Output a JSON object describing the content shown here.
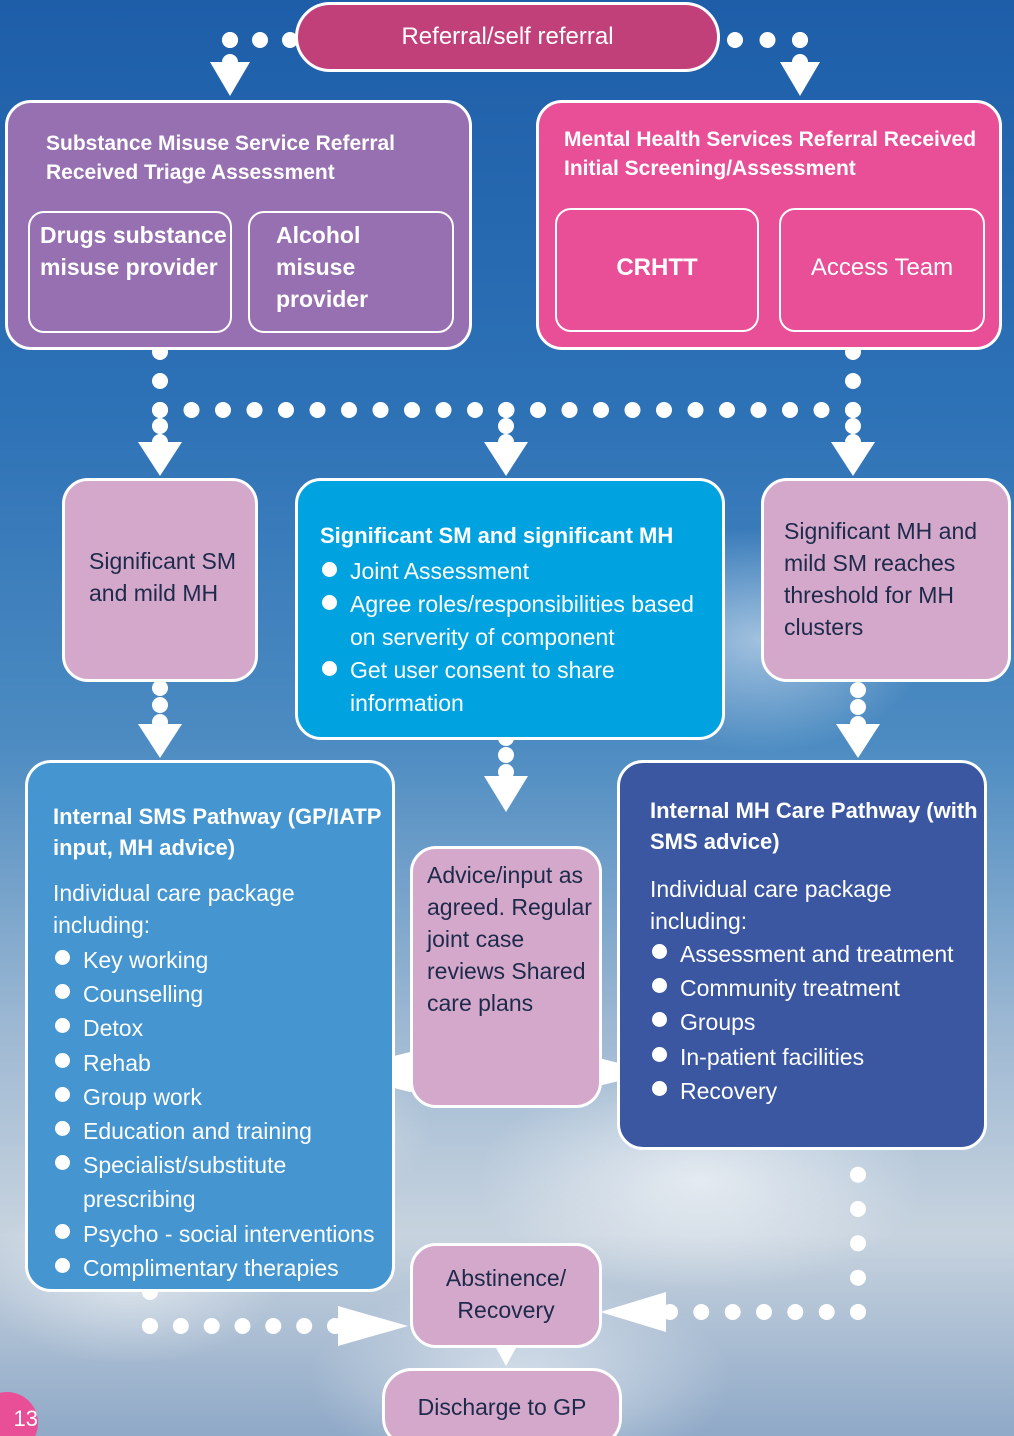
{
  "referral": "Referral/self referral",
  "sms_referral": {
    "title": "Substance Misuse Service Referral Received Triage Assessment",
    "drugs": "Drugs substance misuse provider",
    "alcohol": "Alcohol misuse provider"
  },
  "mh_referral": {
    "title": "Mental Health Services Referral Received Initial Screening/Assessment",
    "crhtt": "CRHTT",
    "access": "Access Team"
  },
  "sig_sm_mild_mh": "Significant SM and mild MH",
  "sig_both": {
    "title": "Significant SM and significant MH",
    "items": [
      "Joint Assessment",
      "Agree roles/responsibilities based on serverity of component",
      "Get user consent to share information"
    ]
  },
  "sig_mh_mild_sm": "Significant MH and mild SM reaches threshold for MH clusters",
  "sms_pathway": {
    "title": "Internal SMS Pathway (GP/IATP input, MH advice)",
    "intro": "Individual care package including:",
    "items": [
      "Key working",
      "Counselling",
      "Detox",
      "Rehab",
      "Group work",
      "Education and training",
      "Specialist/substitute prescribing",
      "Psycho - social interventions",
      "Complimentary therapies"
    ]
  },
  "advice": "Advice/input as agreed. Regular joint case reviews Shared care plans",
  "mh_pathway": {
    "title": "Internal MH Care Pathway (with SMS advice)",
    "intro": "Individual care package including:",
    "items": [
      "Assessment and treatment",
      "Community treatment",
      "Groups",
      "In-patient facilities",
      "Recovery"
    ]
  },
  "abstinence": "Abstinence/ Recovery",
  "discharge": "Discharge to GP",
  "page_number": "13",
  "colors": {
    "sms_referral": "#9670b0",
    "mh_referral": "#e84f97",
    "lilac": "#d3a8cb",
    "cyan": "#00a3e0",
    "sms_pathway": "#4495d0",
    "mh_pathway": "#3b57a2",
    "referral": "#c2407a"
  }
}
